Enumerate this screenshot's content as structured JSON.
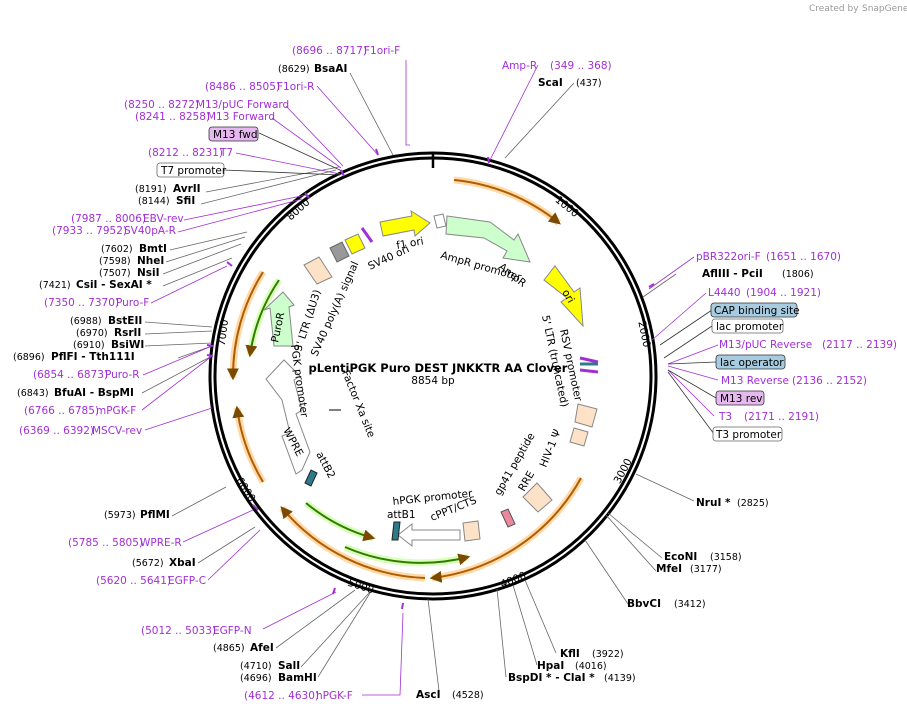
{
  "credit": {
    "created_by": "Created by",
    "brand": "SnapGene"
  },
  "plasmid": {
    "name": "pLentiPGK Puro DEST JNKKTR AA Clover",
    "size": "8854 bp"
  },
  "ticks": [
    "1000",
    "2000",
    "3000",
    "4000",
    "5000",
    "6000",
    "7000",
    "8000"
  ],
  "enzymes": [
    {
      "name": "BsaAI",
      "pos": "(8629)"
    },
    {
      "name": "ScaI",
      "pos": "(437)"
    },
    {
      "name": "AvrII",
      "pos": "(8191)"
    },
    {
      "name": "SfiI",
      "pos": "(8144)"
    },
    {
      "name": "BmtI",
      "pos": "(7602)"
    },
    {
      "name": "NheI",
      "pos": "(7598)"
    },
    {
      "name": "NsiI",
      "pos": "(7507)"
    },
    {
      "name": "CsiI  - SexAI *",
      "pos": "(7421)"
    },
    {
      "name": "BstEII",
      "pos": "(6988)"
    },
    {
      "name": "RsrII",
      "pos": "(6970)"
    },
    {
      "name": "BsiWI",
      "pos": "(6910)"
    },
    {
      "name": "PflFI  - Tth111I",
      "pos": "(6896)"
    },
    {
      "name": "BfuAI  - BspMI",
      "pos": "(6843)"
    },
    {
      "name": "PflMI",
      "pos": "(5973)"
    },
    {
      "name": "XbaI",
      "pos": "(5672)"
    },
    {
      "name": "AfeI",
      "pos": "(4865)"
    },
    {
      "name": "SalI",
      "pos": "(4710)"
    },
    {
      "name": "BamHI",
      "pos": "(4696)"
    },
    {
      "name": "AscI",
      "pos": "(4528)"
    },
    {
      "name": "AflIII  - PciI",
      "pos": "(1806)"
    },
    {
      "name": "NruI *",
      "pos": "(2825)"
    },
    {
      "name": "EcoNI",
      "pos": "(3158)"
    },
    {
      "name": "MfeI",
      "pos": "(3177)"
    },
    {
      "name": "BbvCI",
      "pos": "(3412)"
    },
    {
      "name": "KflI",
      "pos": "(3922)"
    },
    {
      "name": "HpaI",
      "pos": "(4016)"
    },
    {
      "name": "BspDI *  - ClaI *",
      "pos": "(4139)"
    }
  ],
  "primers": [
    {
      "name": "F1ori-F",
      "range": "(8696 .. 8717)"
    },
    {
      "name": "F1ori-R",
      "range": "(8486 .. 8505)"
    },
    {
      "name": "M13/pUC Forward",
      "range": "(8250 .. 8272)"
    },
    {
      "name": "M13 Forward",
      "range": "(8241 .. 8258)"
    },
    {
      "name": "T7",
      "range": "(8212 .. 8231)"
    },
    {
      "name": "EBV-rev",
      "range": "(7987 .. 8006)"
    },
    {
      "name": "SV40pA-R",
      "range": "(7933 .. 7952)"
    },
    {
      "name": "Puro-F",
      "range": "(7350 .. 7370)"
    },
    {
      "name": "Puro-R",
      "range": "(6854 .. 6873)"
    },
    {
      "name": "mPGK-F",
      "range": "(6766 .. 6785)"
    },
    {
      "name": "MSCV-rev",
      "range": "(6369 .. 6392)"
    },
    {
      "name": "WPRE-R",
      "range": "(5785 .. 5805)"
    },
    {
      "name": "EGFP-C",
      "range": "(5620 .. 5641)"
    },
    {
      "name": "EGFP-N",
      "range": "(5012 .. 5033)"
    },
    {
      "name": "hPGK-F",
      "range": "(4612 .. 4630)"
    },
    {
      "name": "Amp-R",
      "range": "(349 .. 368)"
    },
    {
      "name": "pBR322ori-F",
      "range": "(1651 .. 1670)"
    },
    {
      "name": "L4440",
      "range": "(1904 .. 1921)"
    },
    {
      "name": "M13/pUC Reverse",
      "range": "(2117 .. 2139)"
    },
    {
      "name": "M13 Reverse",
      "range": "(2136 .. 2152)"
    },
    {
      "name": "T3",
      "range": "(2171 .. 2191)"
    }
  ],
  "boxes": {
    "m13_fwd": "M13 fwd",
    "t7_promoter": "T7 promoter",
    "cap_site": "CAP binding site",
    "lac_promoter": "lac promoter",
    "lac_operator": "lac operator",
    "m13_rev": "M13 rev",
    "t3_promoter": "T3 promoter"
  },
  "features": {
    "f1_ori": "f1 ori",
    "sv40_ori": "SV40 ori",
    "ampr_promoter": "AmpR promoter",
    "ampr": "AmpR",
    "ori": "ori",
    "ltr5": "5' LTR (truncated)",
    "rsv": "RSV promoter",
    "hiv_psi": "HIV-1 Ψ",
    "rre": "RRE",
    "gp41": "gp41 peptide",
    "cppt": "cPPT/CTS",
    "hpgk": "hPGK promoter",
    "attb1": "attB1",
    "attb2": "attB2",
    "wpre": "WPRE",
    "pgk": "PGK promoter",
    "factor_xa": "Factor Xa site",
    "puror": "PuroR",
    "ltr3": "3' LTR (ΔU3)",
    "sv40_polya": "SV40 poly(A) signal"
  }
}
